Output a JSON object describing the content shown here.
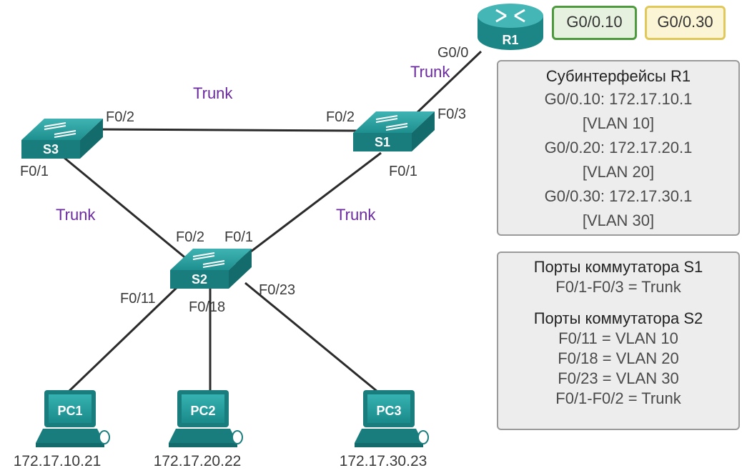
{
  "links": {
    "r1_s1": {
      "r1_port": "G0/0",
      "s1_port": "F0/3",
      "trunk": "Trunk"
    },
    "s3_s1": {
      "s3_port": "F0/2",
      "s1_port": "F0/2",
      "trunk": "Trunk"
    },
    "s3_s2": {
      "s3_port": "F0/1",
      "s2_port": "F0/2",
      "trunk": "Trunk"
    },
    "s1_s2": {
      "s1_port": "F0/1",
      "s2_port": "F0/1",
      "trunk": "Trunk"
    },
    "s2_pc1": {
      "s2_port": "F0/11"
    },
    "s2_pc2": {
      "s2_port": "F0/18"
    },
    "s2_pc3": {
      "s2_port": "F0/23"
    }
  },
  "devices": {
    "r1": "R1",
    "s1": "S1",
    "s2": "S2",
    "s3": "S3",
    "pc1": {
      "name": "PC1",
      "ip": "172.17.10.21"
    },
    "pc2": {
      "name": "PC2",
      "ip": "172.17.20.22"
    },
    "pc3": {
      "name": "PC3",
      "ip": "172.17.30.23"
    }
  },
  "subinterface_tags": [
    "G0/0.10",
    "G0/0.30"
  ],
  "r1_box": {
    "title": "Субинтерфейсы R1",
    "lines": [
      "G0/0.10: 172.17.10.1",
      "[VLAN 10]",
      "G0/0.20: 172.17.20.1",
      "[VLAN 20]",
      "G0/0.30: 172.17.30.1",
      "[VLAN 30]"
    ]
  },
  "ports_box": {
    "s1_title": "Порты коммутатора S1",
    "s1_lines": [
      "F0/1-F0/3 = Trunk"
    ],
    "s2_title": "Порты коммутатора S2",
    "s2_lines": [
      "F0/11 = VLAN 10",
      "F0/18 = VLAN 20",
      "F0/23 = VLAN 30",
      "F0/1-F0/2 = Trunk"
    ]
  },
  "colors": {
    "device": "#1f8c8c",
    "trunk_text": "#6b2aa0",
    "tag10_border": "#4e9a3e",
    "tag30_border": "#e0c95a"
  }
}
